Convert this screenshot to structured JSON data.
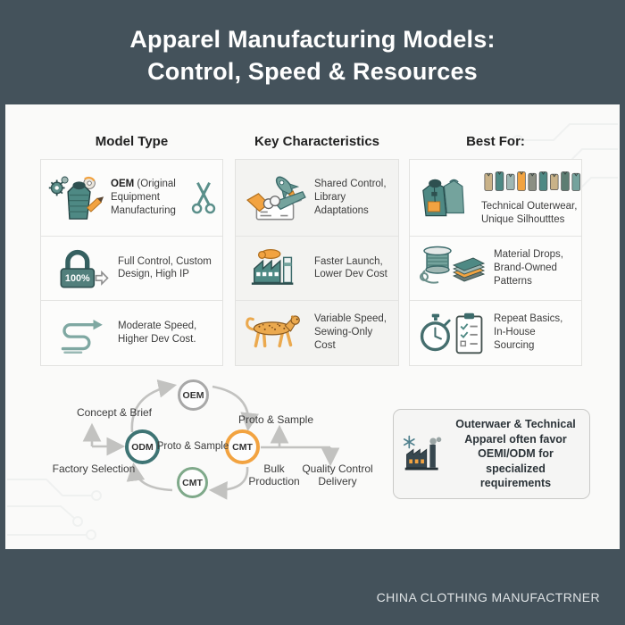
{
  "colors": {
    "band": "#44525B",
    "sheet": "#fafaf9",
    "teal": "#4E8984",
    "teal_light": "#74A39D",
    "orange": "#F2A341",
    "node_gray": "#A8A8A8",
    "node_teal": "#3E7474",
    "node_orange": "#F2A341",
    "node_green": "#7FA98A",
    "arrow_gray": "#c2c2c0"
  },
  "header": {
    "title_line1": "Apparel Manufacturing Models:",
    "title_line2": "Control, Speed & Resources"
  },
  "columns": [
    {
      "title": "Model Type",
      "rows": [
        {
          "icon": "oem-jacket-tools-icon",
          "icon_right": "scissors-icon",
          "text_bold": "OEM",
          "text": " (Original Equipment Manufacturing"
        },
        {
          "icon": "lock-100-icon",
          "badge": "100%",
          "text": "Full Control, Custom Design, High IP"
        },
        {
          "icon": "winding-arrow-icon",
          "text": "Moderate Speed, Higher Dev Cost."
        }
      ]
    },
    {
      "title": "Key Characteristics",
      "rows": [
        {
          "icon": "handshake-rocket-icon",
          "text": "Shared Control, Library Adaptations"
        },
        {
          "icon": "factory-icon",
          "text": "Faster Launch, Lower Dev Cost"
        },
        {
          "icon": "cheetah-icon",
          "text": "Variable Speed, Sewing-Only Cost"
        }
      ]
    },
    {
      "title": "Best For:",
      "rows": [
        {
          "icon": "technical-jackets-icon",
          "icon_top": "jacket-lineup-icon",
          "text": "Technical Outerwear, Unique Silhoutttes"
        },
        {
          "icon": "thread-fabric-icon",
          "text": "Material Drops, Brand-Owned Patterns"
        },
        {
          "icon": "stopwatch-checklist-icon",
          "text": "Repeat Basics, In-House Sourcing"
        }
      ]
    }
  ],
  "flow": {
    "nodes": [
      {
        "label": "OEM",
        "ring_color": "#A8A8A8"
      },
      {
        "label": "ODM",
        "ring_color": "#3E7474"
      },
      {
        "label": "CMT",
        "ring_color": "#F2A341"
      },
      {
        "label": "CMT",
        "ring_color": "#7FA98A"
      }
    ],
    "labels": {
      "concept_brief": "Concept & Brief",
      "factory_selection": "Factory Selection",
      "proto_sample_center": "Proto & Sample",
      "proto_sample_right": "Proto & Sample",
      "bulk_production": "Bulk Production",
      "quality_control": "Quality Control Delivery"
    }
  },
  "callout": {
    "icon": "winter-factory-icon",
    "text": "Outerwaer & Technical Apparel often favor OEMI/ODM for specialized requirements"
  },
  "footer": {
    "brand": "CHINA CLOTHING MANUFACTRNER"
  }
}
